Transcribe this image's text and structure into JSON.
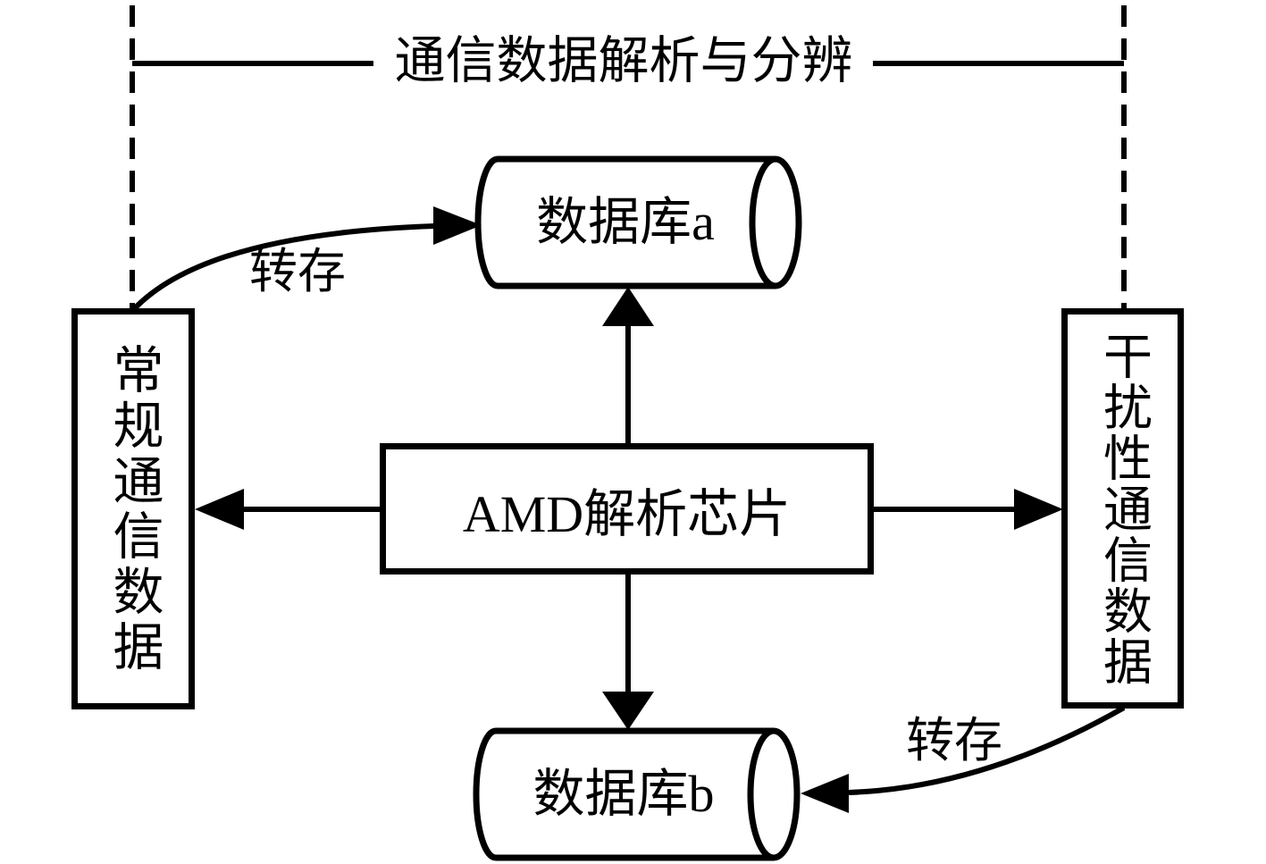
{
  "diagram": {
    "title": "通信数据解析与分辨",
    "colors": {
      "line": "#000000",
      "background": "#ffffff",
      "text": "#000000"
    },
    "nodes": {
      "database_a": {
        "label": "数据库a",
        "shape": "cylinder"
      },
      "database_b": {
        "label": "数据库b",
        "shape": "cylinder"
      },
      "amd_chip": {
        "label": "AMD解析芯片",
        "shape": "rectangle"
      },
      "normal_comm": {
        "label": "常规通信数据",
        "shape": "rectangle",
        "text_orientation": "vertical"
      },
      "interference_comm": {
        "label": "干扰性通信数据",
        "shape": "rectangle",
        "text_orientation": "vertical"
      }
    },
    "edge_labels": {
      "transfer_left": "转存",
      "transfer_right": "转存"
    },
    "edges": [
      {
        "from": "amd_chip",
        "to": "database_a",
        "style": "straight-arrow"
      },
      {
        "from": "amd_chip",
        "to": "database_b",
        "style": "straight-arrow"
      },
      {
        "from": "amd_chip",
        "to": "normal_comm",
        "style": "straight-arrow"
      },
      {
        "from": "amd_chip",
        "to": "interference_comm",
        "style": "straight-arrow"
      },
      {
        "from": "normal_comm",
        "to": "database_a",
        "style": "curved-arrow",
        "label": "转存"
      },
      {
        "from": "interference_comm",
        "to": "database_b",
        "style": "curved-arrow",
        "label": "转存"
      }
    ]
  }
}
